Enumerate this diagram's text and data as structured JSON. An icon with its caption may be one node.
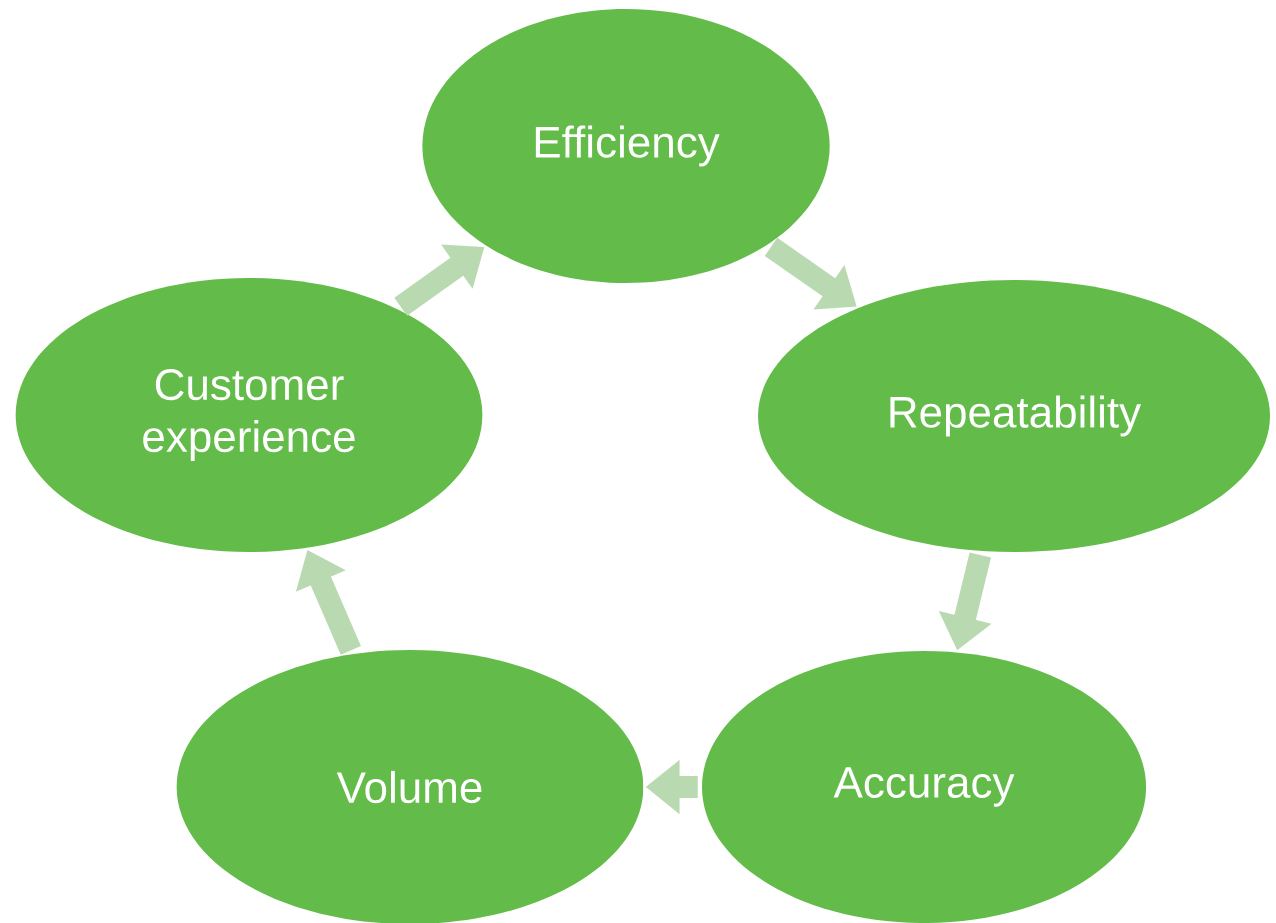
{
  "diagram": {
    "nodes": [
      {
        "text": [
          "Efficiency"
        ]
      },
      {
        "text": [
          "Repeatability"
        ]
      },
      {
        "text": [
          "Accuracy"
        ]
      },
      {
        "text": [
          "Volume"
        ]
      },
      {
        "text": [
          "Customer experience"
        ]
      }
    ],
    "edges": [
      {
        "from": 0,
        "to": 1,
        "arrow": "to"
      },
      {
        "from": 1,
        "to": 2,
        "arrow": "to"
      },
      {
        "from": 2,
        "to": 3,
        "arrow": "to"
      },
      {
        "from": 3,
        "to": 4,
        "arrow": "to"
      },
      {
        "from": 4,
        "to": 0,
        "arrow": "to"
      }
    ]
  }
}
